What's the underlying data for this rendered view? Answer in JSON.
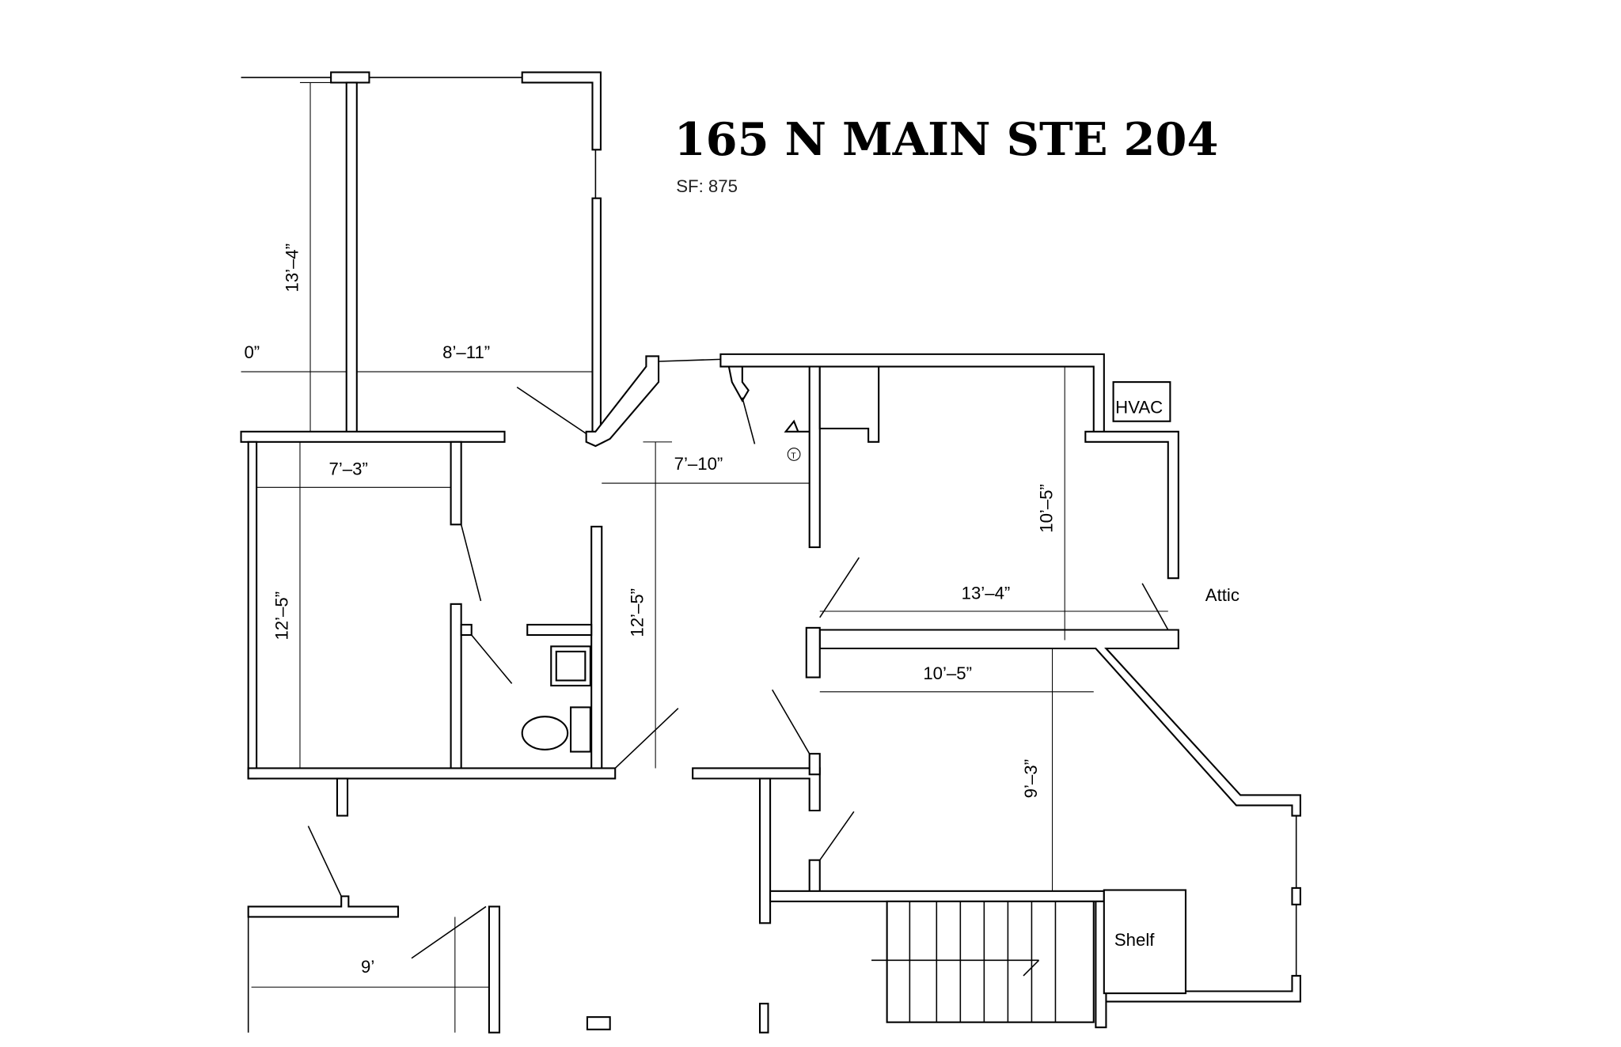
{
  "title": "165 N MAIN STE 204",
  "area": "SF:  875",
  "labels": {
    "hvac": "HVAC",
    "attic": "Attic",
    "shelf": "Shelf",
    "thermostat": "T"
  },
  "dimensions": {
    "d13_4_vertical": "13’–4”",
    "d0_partial": "0”",
    "d8_11": "8’–11”",
    "d7_3": "7’–3”",
    "d7_10": "7’–10”",
    "d12_5_left": "12’–5”",
    "d12_5_mid": "12’–5”",
    "d10_5_vertical": "10’–5”",
    "d13_4_horizontal": "13’–4”",
    "d10_5_horizontal": "10’–5”",
    "d9_3": "9’–3”",
    "d9": "9’"
  }
}
